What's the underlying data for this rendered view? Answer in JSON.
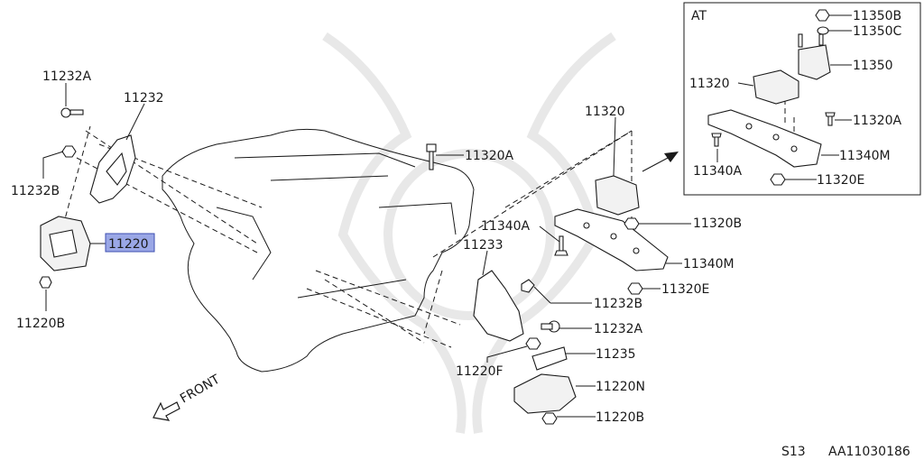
{
  "inset": {
    "title": "AT"
  },
  "parts": {
    "p11232A_left": "11232A",
    "p11232": "11232",
    "p11232B_left": "11232B",
    "p11220": "11220",
    "p11220B_left": "11220B",
    "p11320A_center": "11320A",
    "p11320": "11320",
    "p11340A": "11340A",
    "p11233": "11233",
    "p11320B": "11320B",
    "p11340M": "11340M",
    "p11320E": "11320E",
    "p11232B_right": "11232B",
    "p11232A_right": "11232A",
    "p11235": "11235",
    "p11220F": "11220F",
    "p11220N": "11220N",
    "p11220B_right": "11220B",
    "at_11350B": "11350B",
    "at_11350C": "11350C",
    "at_11350": "11350",
    "at_11320": "11320",
    "at_11320A": "11320A",
    "at_11340M": "11340M",
    "at_11340A": "11340A",
    "at_11320E": "11320E"
  },
  "front_label": "FRONT",
  "footer": {
    "model": "S13",
    "ref": "AA11030186"
  },
  "highlight_color": "#9aa7e6"
}
